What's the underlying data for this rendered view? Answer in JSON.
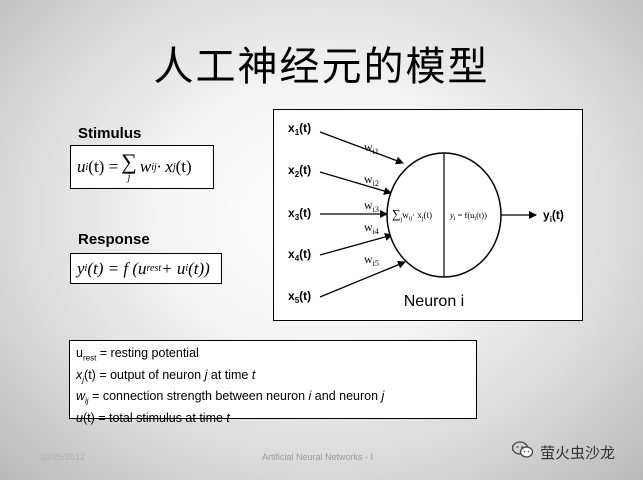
{
  "slide": {
    "title": "人工神经元的模型",
    "stimulus_label": "Stimulus",
    "response_label": "Response"
  },
  "equations": {
    "stimulus": {
      "lhs": "u",
      "lhs_sub": "i",
      "rhs_start": "(t) = ",
      "sum": "∑",
      "sum_sub": "j",
      "w": "w",
      "w_sub": "ij",
      "dot": " · x",
      "x_sub": "j",
      "rhs_end": "(t)"
    },
    "response": {
      "lhs": "y",
      "lhs_sub": "i",
      "rhs_start": "(t) = f (u",
      "rest_sub": "rest",
      "plus": " + u",
      "u_sub": "i",
      "rhs_end": "(t))"
    }
  },
  "diagram": {
    "inputs": [
      {
        "name": "x",
        "sub": "1",
        "suffix": "(t)"
      },
      {
        "name": "x",
        "sub": "2",
        "suffix": "(t)"
      },
      {
        "name": "x",
        "sub": "3",
        "suffix": "(t)"
      },
      {
        "name": "x",
        "sub": "4",
        "suffix": "(t)"
      },
      {
        "name": "x",
        "sub": "5",
        "suffix": "(t)"
      }
    ],
    "weights": [
      {
        "name": "w",
        "sub": "i1"
      },
      {
        "name": "w",
        "sub": "i2"
      },
      {
        "name": "w",
        "sub": "i3"
      },
      {
        "name": "w",
        "sub": "i4"
      },
      {
        "name": "w",
        "sub": "i5"
      }
    ],
    "sum_text": "∑",
    "sum_sub": "j",
    "sum_w": "w",
    "sum_w_sub": "ij",
    "sum_rest": "· x",
    "sum_x_sub": "j",
    "sum_t": "(t)",
    "act_y": "y",
    "act_y_sub": "i",
    "act_mid": " = f(u",
    "act_u_sub": "i",
    "act_end": "(t))",
    "output_name": "y",
    "output_sub": "i",
    "output_suffix": "(t)",
    "neuron_label": "Neuron i"
  },
  "legend": {
    "line1_a": "u",
    "line1_sub": "rest",
    "line1_b": " = resting potential",
    "line2_a": "x",
    "line2_sub": "j",
    "line2_b": "(t)",
    "line2_c": " = output of neuron ",
    "line2_d": "j",
    "line2_e": " at time ",
    "line2_f": "t",
    "line3_a": "w",
    "line3_sub": "ij",
    "line3_b": " = connection strength between neuron ",
    "line3_c": "i",
    "line3_d": " and neuron ",
    "line3_e": "j",
    "line4_a": "u",
    "line4_b": "(t)",
    "line4_c": " = total stimulus at time ",
    "line4_d": "t"
  },
  "footer": {
    "date": "10/25/2012",
    "center": "Artificial Neural Networks - I"
  },
  "watermark": {
    "icon": "wechat-icon",
    "text": "萤火虫沙龙"
  }
}
